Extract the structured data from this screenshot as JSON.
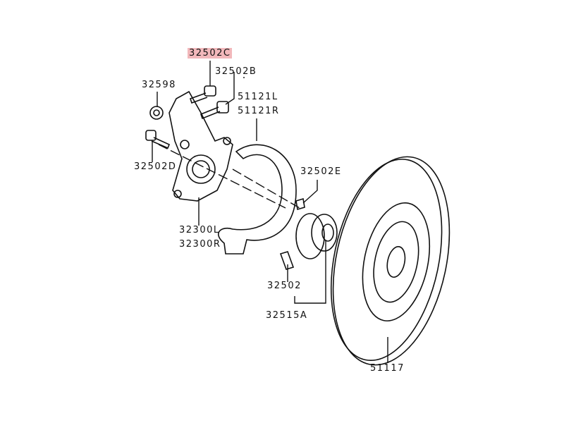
{
  "diagram": {
    "highlight_color": "#f2b8bb",
    "labels": {
      "p32502C": "32502C",
      "p32502B": "32502B",
      "p32598": "32598",
      "p51121L": "51121L",
      "p51121R": "51121R",
      "p32502D": "32502D",
      "p32502E": "32502E",
      "p32300L": "32300L",
      "p32300R": "32300R",
      "p32502": "32502",
      "p32515A": "32515A",
      "p51117": "51117"
    }
  }
}
